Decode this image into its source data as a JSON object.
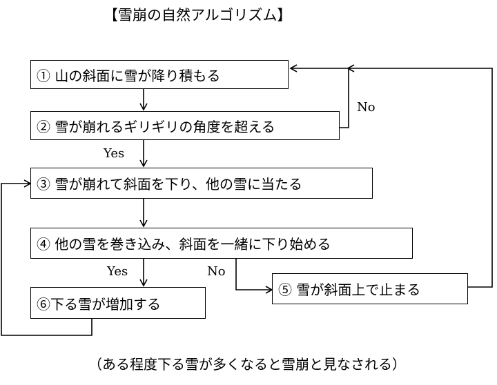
{
  "title": "【雪崩の自然アルゴリズム】",
  "steps": [
    {
      "id": "1",
      "text": "① 山の斜面に雪が降り積もる"
    },
    {
      "id": "2",
      "text": "② 雪が崩れるギリギリの角度を超える"
    },
    {
      "id": "3",
      "text": "③ 雪が崩れて斜面を下り、他の雪に当たる"
    },
    {
      "id": "4",
      "text": "④ 他の雪を巻き込み、斜面を一緒に下り始める"
    },
    {
      "id": "5",
      "text": "⑤ 雪が斜面上で止まる"
    },
    {
      "id": "6",
      "text": "⑥下る雪が増加する"
    }
  ],
  "labels": {
    "no_2": "No",
    "yes_2": "Yes",
    "yes_4": "Yes",
    "no_4": "No"
  },
  "note": "（ある程度下る雪が多くなると雪崩と見なされる）"
}
